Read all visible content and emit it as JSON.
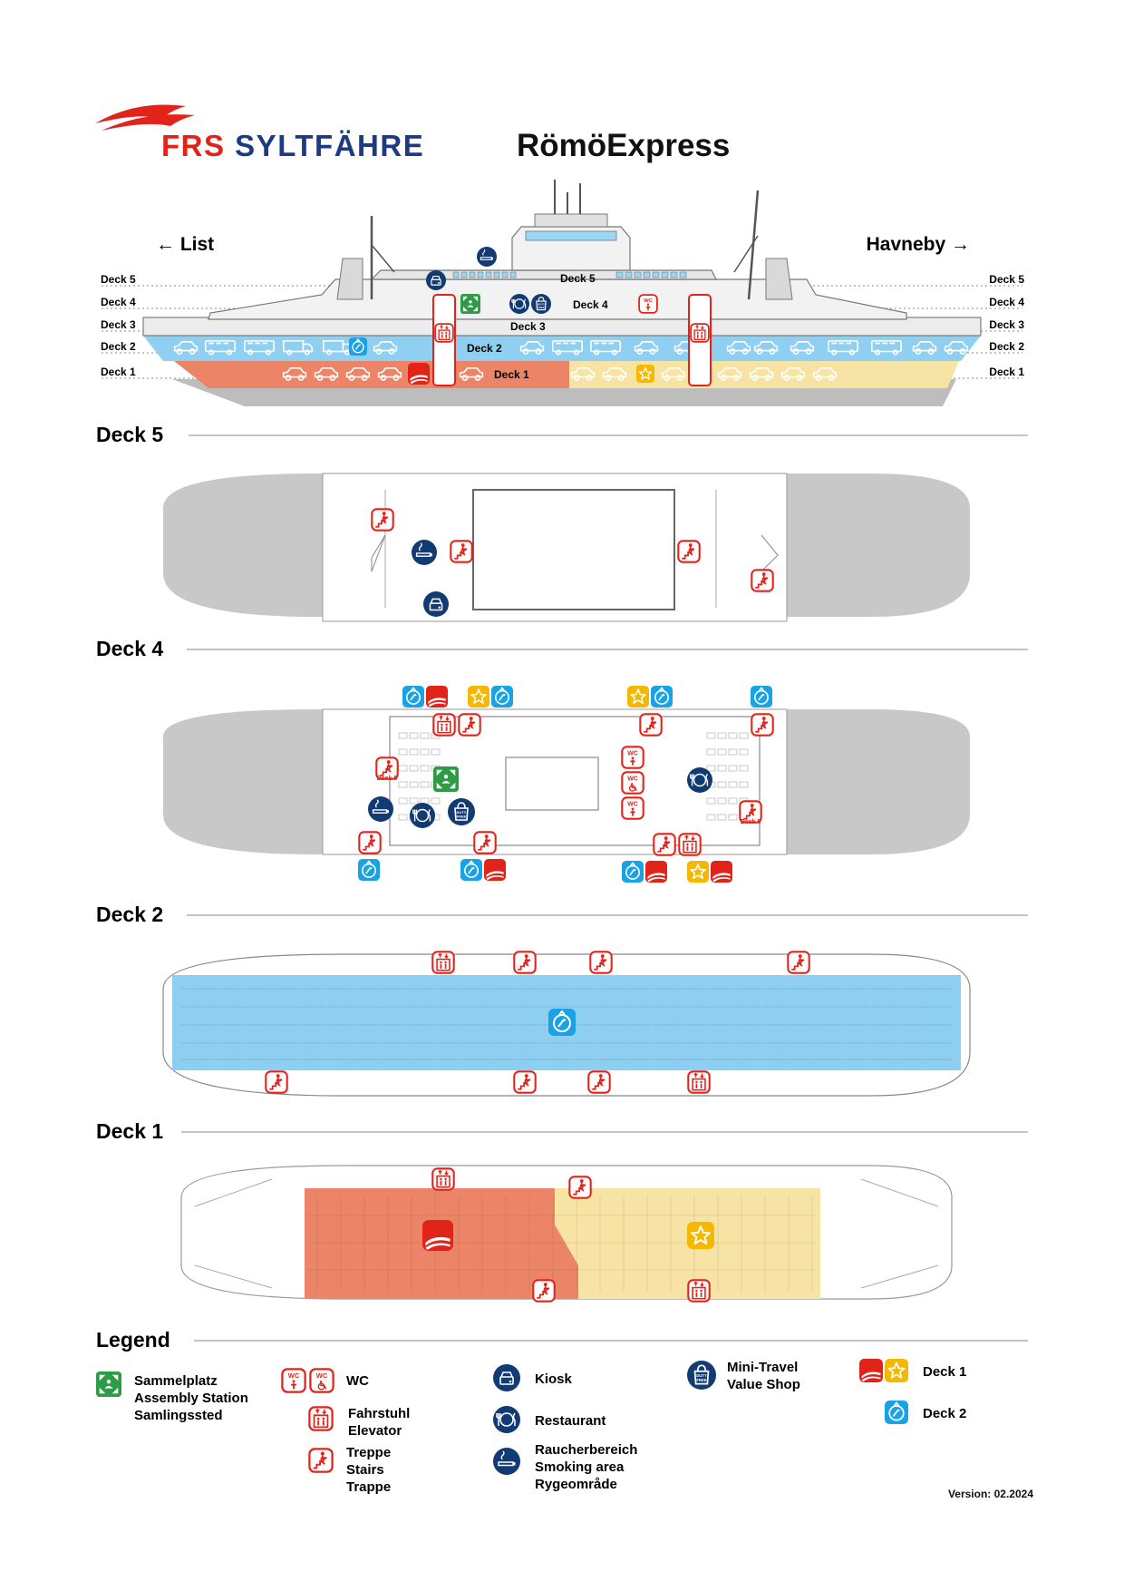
{
  "brand": {
    "company": "FRS SYLTFÄHRE",
    "ship": "RömöExpress",
    "colors": {
      "red": "#e2231a",
      "navy": "#1c3b82",
      "dark_navy": "#0f2e63"
    }
  },
  "profile": {
    "left_direction": "List",
    "right_direction": "Havneby",
    "deck_labels": [
      "Deck 5",
      "Deck 4",
      "Deck 3",
      "Deck 2",
      "Deck 1"
    ],
    "inline_labels": {
      "deck5": "Deck 5",
      "deck4": "Deck 4",
      "deck3": "Deck 3",
      "deck2": "Deck 2",
      "deck1": "Deck 1"
    }
  },
  "plans": [
    {
      "id": "deck5",
      "title": "Deck 5"
    },
    {
      "id": "deck4",
      "title": "Deck 4",
      "stair_label": "Deck 5"
    },
    {
      "id": "deck2",
      "title": "Deck 2"
    },
    {
      "id": "deck1",
      "title": "Deck 1"
    }
  ],
  "legend": {
    "title": "Legend",
    "items": [
      {
        "key": "assembly",
        "icon": "assembly-station-icon",
        "lines": [
          "Sammelplatz",
          "Assembly Station",
          "Samlingssted"
        ]
      },
      {
        "key": "wc",
        "icon": "wc-icon",
        "lines": [
          "WC"
        ],
        "icon_text": "WC"
      },
      {
        "key": "elevator",
        "icon": "elevator-icon",
        "lines": [
          "Fahrstuhl",
          "Elevator"
        ]
      },
      {
        "key": "stairs",
        "icon": "stairs-icon",
        "lines": [
          "Treppe",
          "Stairs",
          "Trappe"
        ]
      },
      {
        "key": "kiosk",
        "icon": "kiosk-icon",
        "lines": [
          "Kiosk"
        ]
      },
      {
        "key": "restaurant",
        "icon": "restaurant-icon",
        "lines": [
          "Restaurant"
        ]
      },
      {
        "key": "smoking",
        "icon": "smoking-icon",
        "lines": [
          "Raucherbereich",
          "Smoking area",
          "Rygeområde"
        ]
      },
      {
        "key": "shop",
        "icon": "shop-icon",
        "lines": [
          "Mini-Travel",
          "Value Shop"
        ],
        "icon_text": "DUTY FREE"
      },
      {
        "key": "deck1",
        "icon": "deck1-icon",
        "lines": [
          "Deck 1"
        ]
      },
      {
        "key": "deck2",
        "icon": "deck2-icon",
        "lines": [
          "Deck 2"
        ]
      }
    ]
  },
  "version": "Version: 02.2024",
  "palette": {
    "sea_blue": "#8fd0f2",
    "plan_blue": "#8ecff1",
    "salmon": "#ec8567",
    "sand": "#f7e3a3",
    "hull_grey": "#c8c8c8",
    "stair_red": "#e2231a",
    "icon_navy": "#123a73",
    "icon_blue": "#1aa3e4",
    "icon_green": "#2e9b46",
    "icon_yellow": "#f5b800"
  }
}
